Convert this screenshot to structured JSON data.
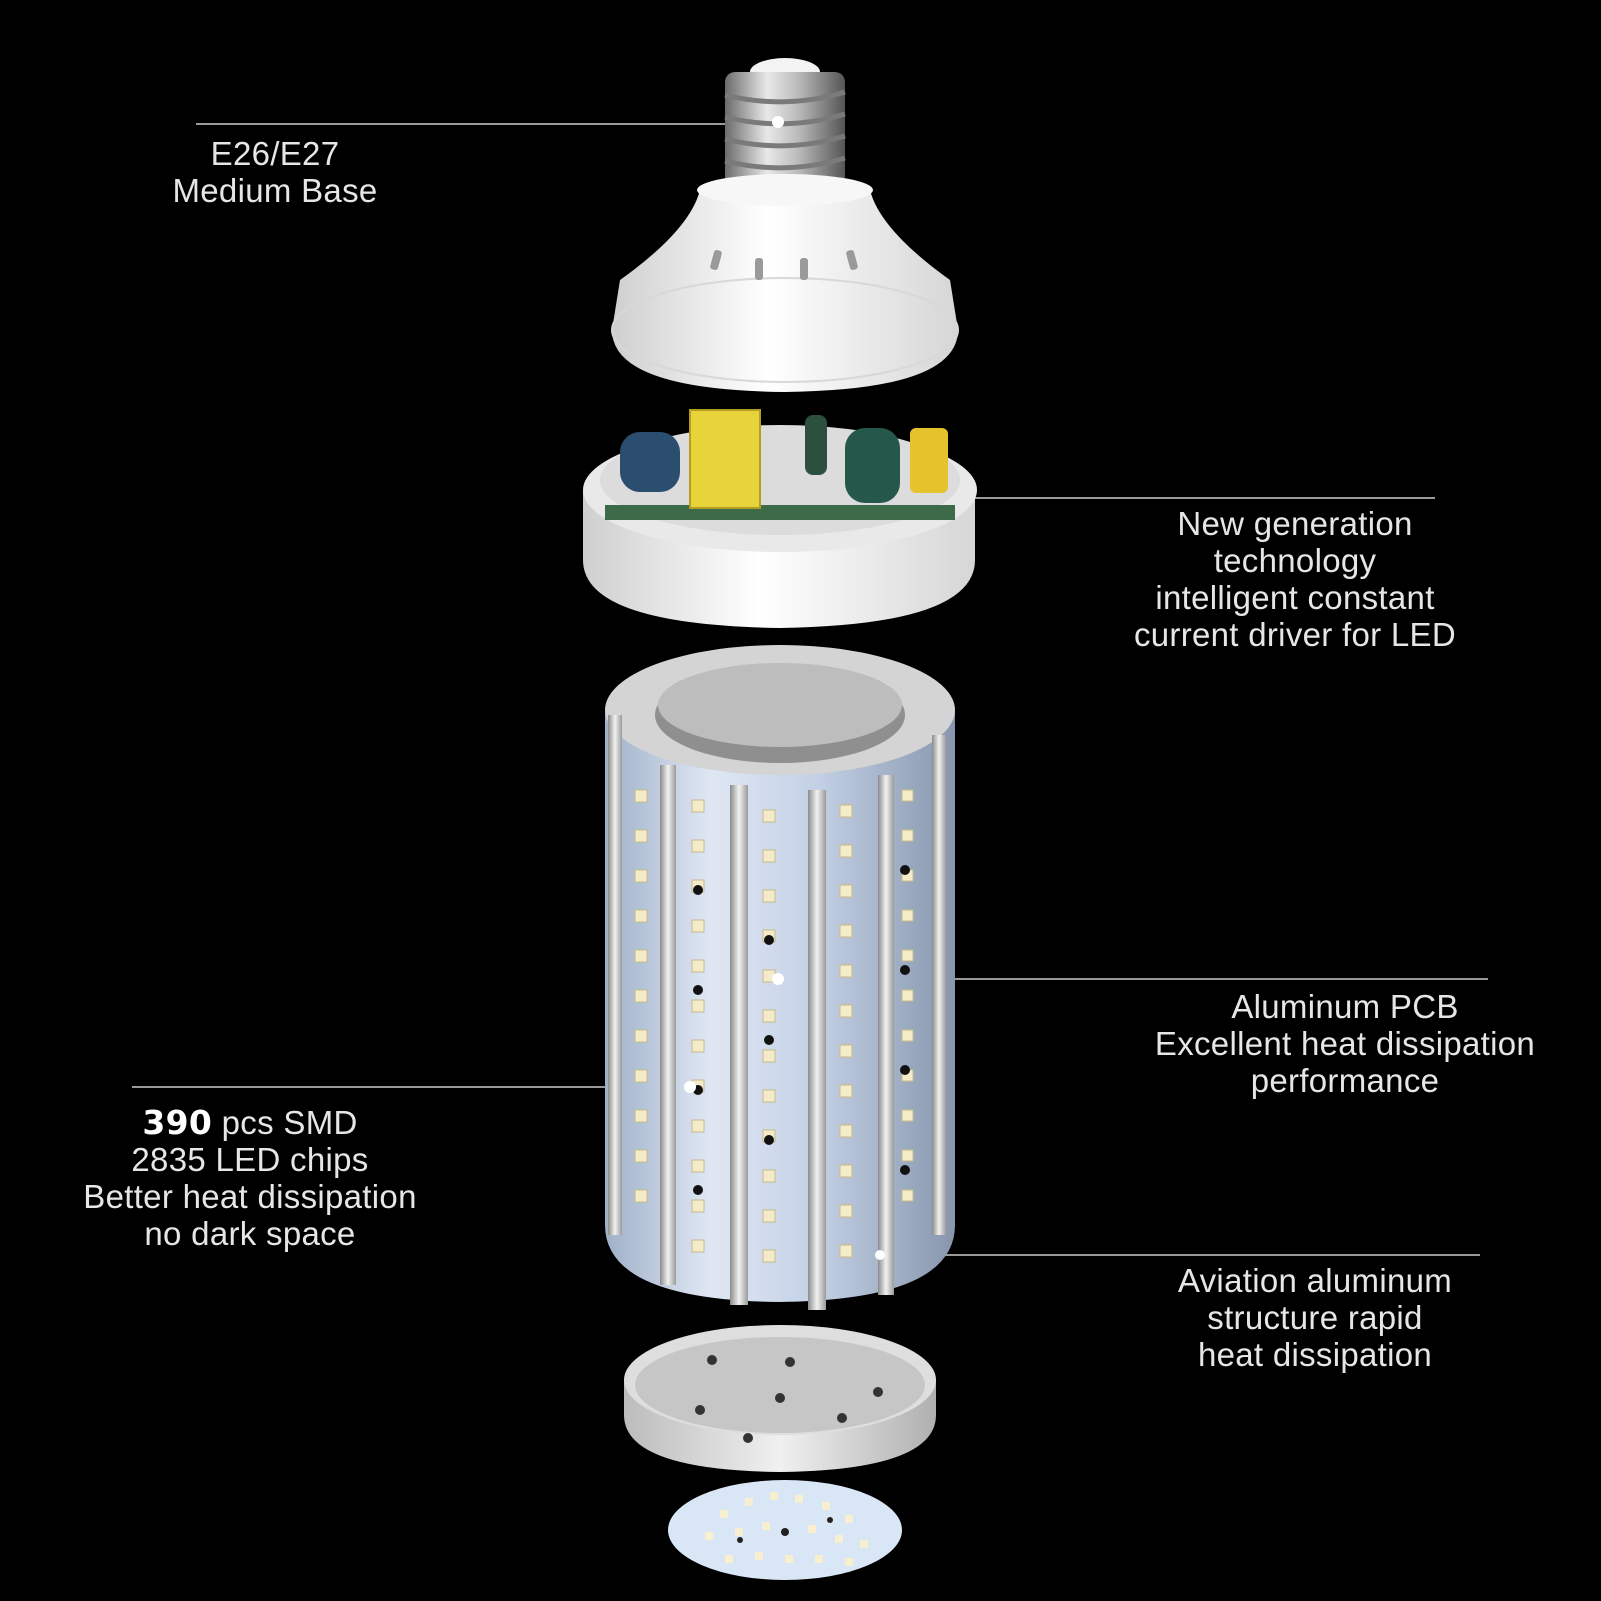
{
  "labels": {
    "base": {
      "line1": "E26/E27",
      "line2": "Medium Base"
    },
    "driver": {
      "line1": "New generation",
      "line2": "technology",
      "line3": "intelligent constant",
      "line4": "current driver for LED"
    },
    "pcb": {
      "line1": "Aluminum PCB",
      "line2": "Excellent heat dissipation",
      "line3": "performance"
    },
    "led": {
      "count": "390",
      "line1_rest": "pcs SMD",
      "line2": "2835 LED chips",
      "line3": "Better heat dissipation",
      "line4": "no dark space"
    },
    "aluminum": {
      "line1": "Aviation aluminum",
      "line2": "structure rapid",
      "line3": "heat dissipation"
    }
  },
  "colors": {
    "background": "#000000",
    "text": "#e6e6e6",
    "leader_line": "#9a9a9a"
  }
}
